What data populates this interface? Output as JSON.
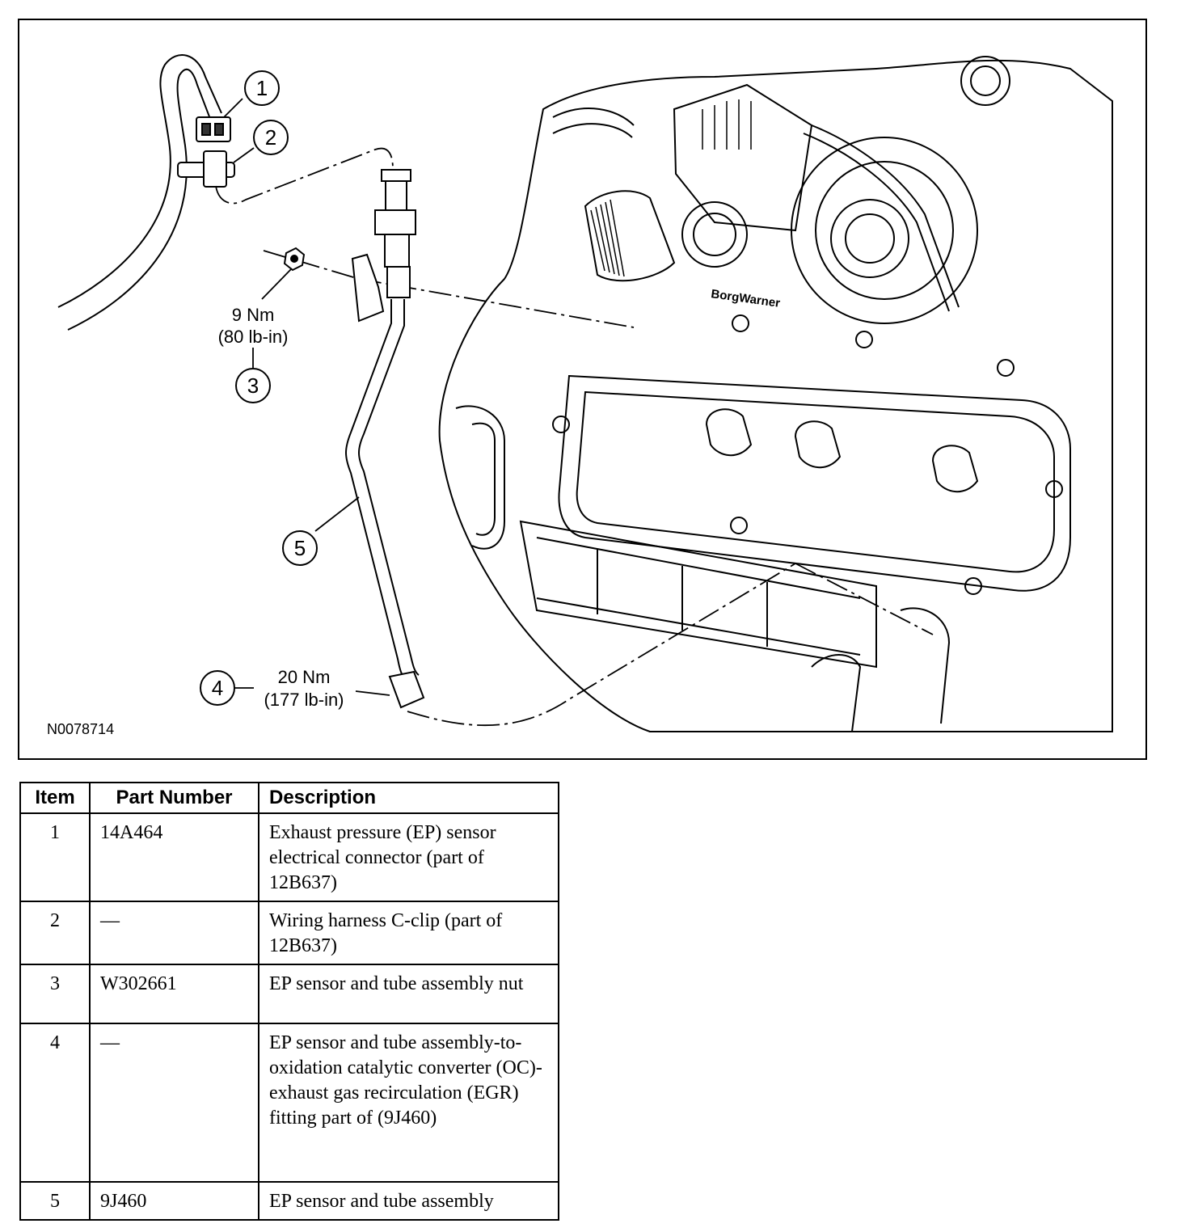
{
  "figure": {
    "id": "N0078714",
    "callouts": [
      "1",
      "2",
      "3",
      "4",
      "5"
    ],
    "torque_3": {
      "nm": "9 Nm",
      "lbin": "(80 lb-in)"
    },
    "torque_4": {
      "nm": "20 Nm",
      "lbin": "(177 lb-in)"
    },
    "logo_text": "BorgWarner"
  },
  "table": {
    "headers": {
      "item": "Item",
      "part": "Part Number",
      "desc": "Description"
    },
    "rows": [
      {
        "item": "1",
        "part": "14A464",
        "desc": "Exhaust pressure (EP) sensor electrical connector (part of 12B637)"
      },
      {
        "item": "2",
        "part": "—",
        "desc": "Wiring harness C-clip (part of 12B637)"
      },
      {
        "item": "3",
        "part": "W302661",
        "desc": "EP sensor and tube assembly nut"
      },
      {
        "item": "4",
        "part": "—",
        "desc": "EP sensor and tube assembly-to-oxidation catalytic converter (OC)-exhaust gas recirculation (EGR) fitting part of (9J460)"
      },
      {
        "item": "5",
        "part": "9J460",
        "desc": "EP sensor and tube assembly"
      }
    ]
  }
}
